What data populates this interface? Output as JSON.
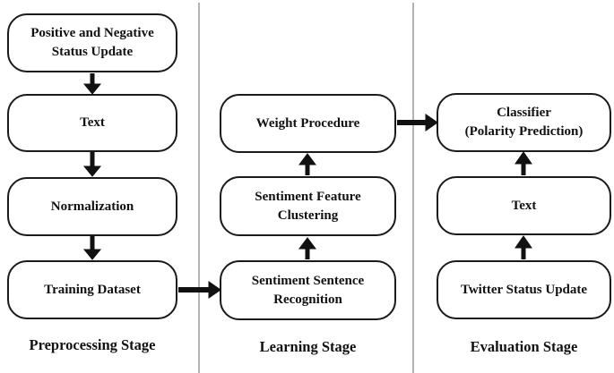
{
  "diagram": {
    "title": "Sentiment classification pipeline flowchart",
    "columns": [
      {
        "stage_label": "Preprocessing Stage",
        "boxes": [
          {
            "label": "Positive and Negative\nStatus Update"
          },
          {
            "label": "Text"
          },
          {
            "label": "Normalization"
          },
          {
            "label": "Training Dataset"
          }
        ]
      },
      {
        "stage_label": "Learning Stage",
        "boxes": [
          {
            "label": "Weight Procedure"
          },
          {
            "label": "Sentiment Feature\nClustering"
          },
          {
            "label": "Sentiment Sentence\nRecognition"
          }
        ]
      },
      {
        "stage_label": "Evaluation Stage",
        "boxes": [
          {
            "label": "Classifier\n(Polarity Prediction)"
          },
          {
            "label": "Text"
          },
          {
            "label": "Twitter Status Update"
          }
        ]
      }
    ],
    "colors": {
      "box_fill": "#ffffff",
      "box_border": "#1a1a1a",
      "arrow": "#111111",
      "divider": "#b3b3b3",
      "text": "#111111"
    }
  }
}
